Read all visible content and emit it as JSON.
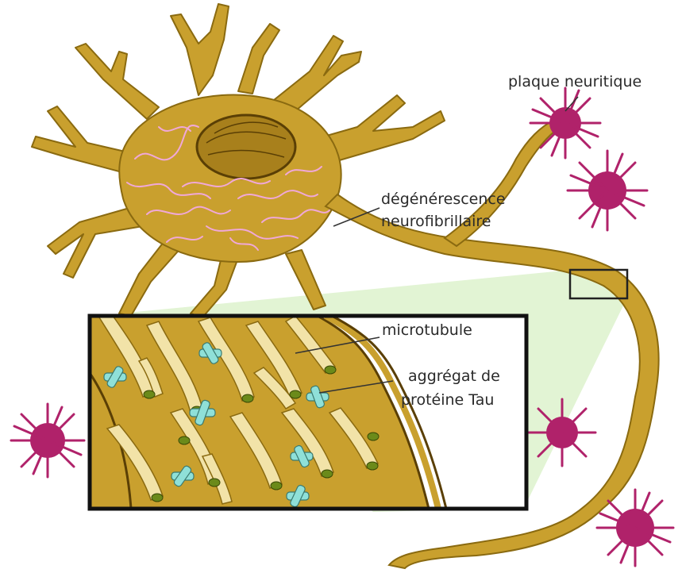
{
  "labels": {
    "plaque": "plaque neuritique",
    "degeneration_line1": "dégénérescence",
    "degeneration_line2": "neurofibrillaire",
    "microtubule": "microtubule",
    "tau_line1": "aggrégat de",
    "tau_line2": "protéine Tau"
  },
  "colors": {
    "neuron_fill": "#c9a02e",
    "neuron_outline": "#8a6a10",
    "tangle": "#f0a8d8",
    "plaque": "#b0226a",
    "tubule": "#f2e3a8",
    "tau": "#8fe0d8",
    "zoom_wedge": "#e2f4d4"
  },
  "icons": {
    "neuron": "neuron-icon",
    "plaque": "amyloid-plaque-icon",
    "tau": "tau-aggregate-icon"
  }
}
